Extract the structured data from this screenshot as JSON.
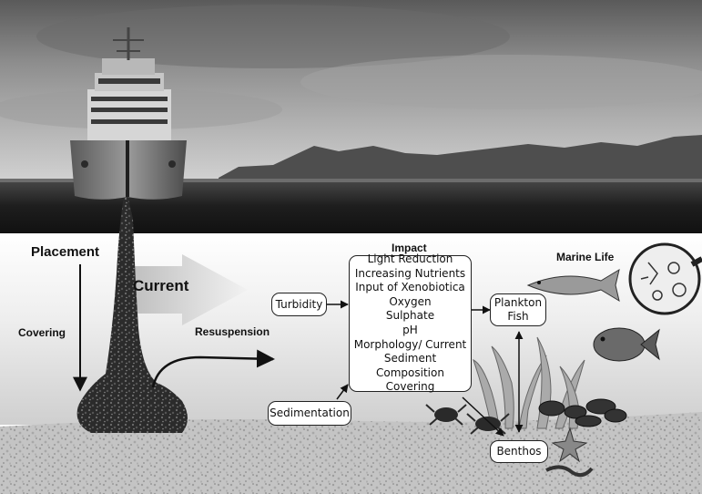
{
  "labels": {
    "placement": "Placement",
    "covering": "Covering",
    "current": "Current",
    "resuspension": "Resuspension",
    "impact": "Impact",
    "marine_life": "Marine Life"
  },
  "boxes": {
    "turbidity": "Turbidity",
    "sedimentation": "Sedimentation",
    "plankton": "Plankton",
    "fish": "Fish",
    "benthos": "Benthos",
    "impact_items": [
      "Light Reduction",
      "Increasing Nutrients",
      "Input of Xenobiotica",
      "Oxygen",
      "Sulphate",
      "pH",
      "Morphology/ Current",
      "Sediment Composition",
      "Covering"
    ]
  }
}
